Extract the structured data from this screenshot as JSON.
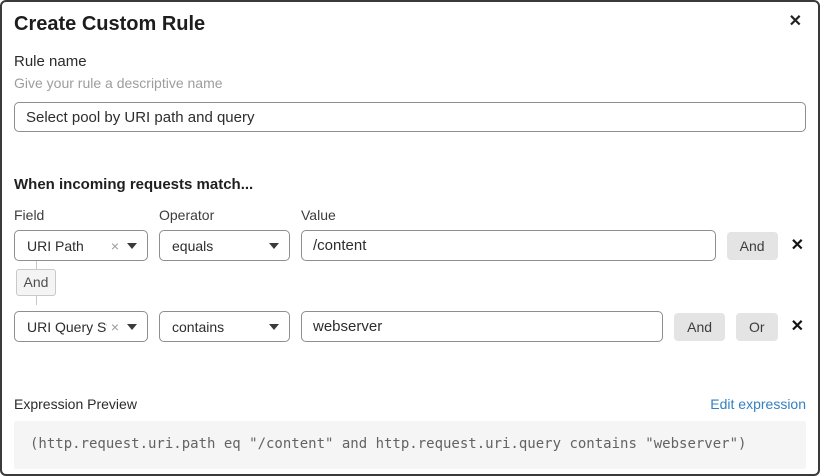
{
  "dialog": {
    "title": "Create Custom Rule"
  },
  "icons": {
    "close": "✕",
    "remove": "✕",
    "clear": "×"
  },
  "rule_name": {
    "label": "Rule name",
    "helper": "Give your rule a descriptive name",
    "value": "Select pool by URI path and query"
  },
  "match": {
    "heading": "When incoming requests match...",
    "columns": {
      "field": "Field",
      "operator": "Operator",
      "value": "Value"
    },
    "rows": [
      {
        "field": "URI Path",
        "operator": "equals",
        "value": "/content",
        "and_label": "And"
      },
      {
        "field": "URI Query St...",
        "operator": "contains",
        "value": "webserver",
        "and_label": "And",
        "or_label": "Or"
      }
    ],
    "connector": "And"
  },
  "expression": {
    "label": "Expression Preview",
    "edit_link": "Edit expression",
    "code": "(http.request.uri.path eq \"/content\" and http.request.uri.query contains \"webserver\")"
  },
  "colors": {
    "link_blue": "#3381c2",
    "join_button_gray": "#e4e4e4",
    "code_background": "#f5f5f5",
    "input_border": "#8e8e8e",
    "dialog_border": "#3a3a3a"
  }
}
